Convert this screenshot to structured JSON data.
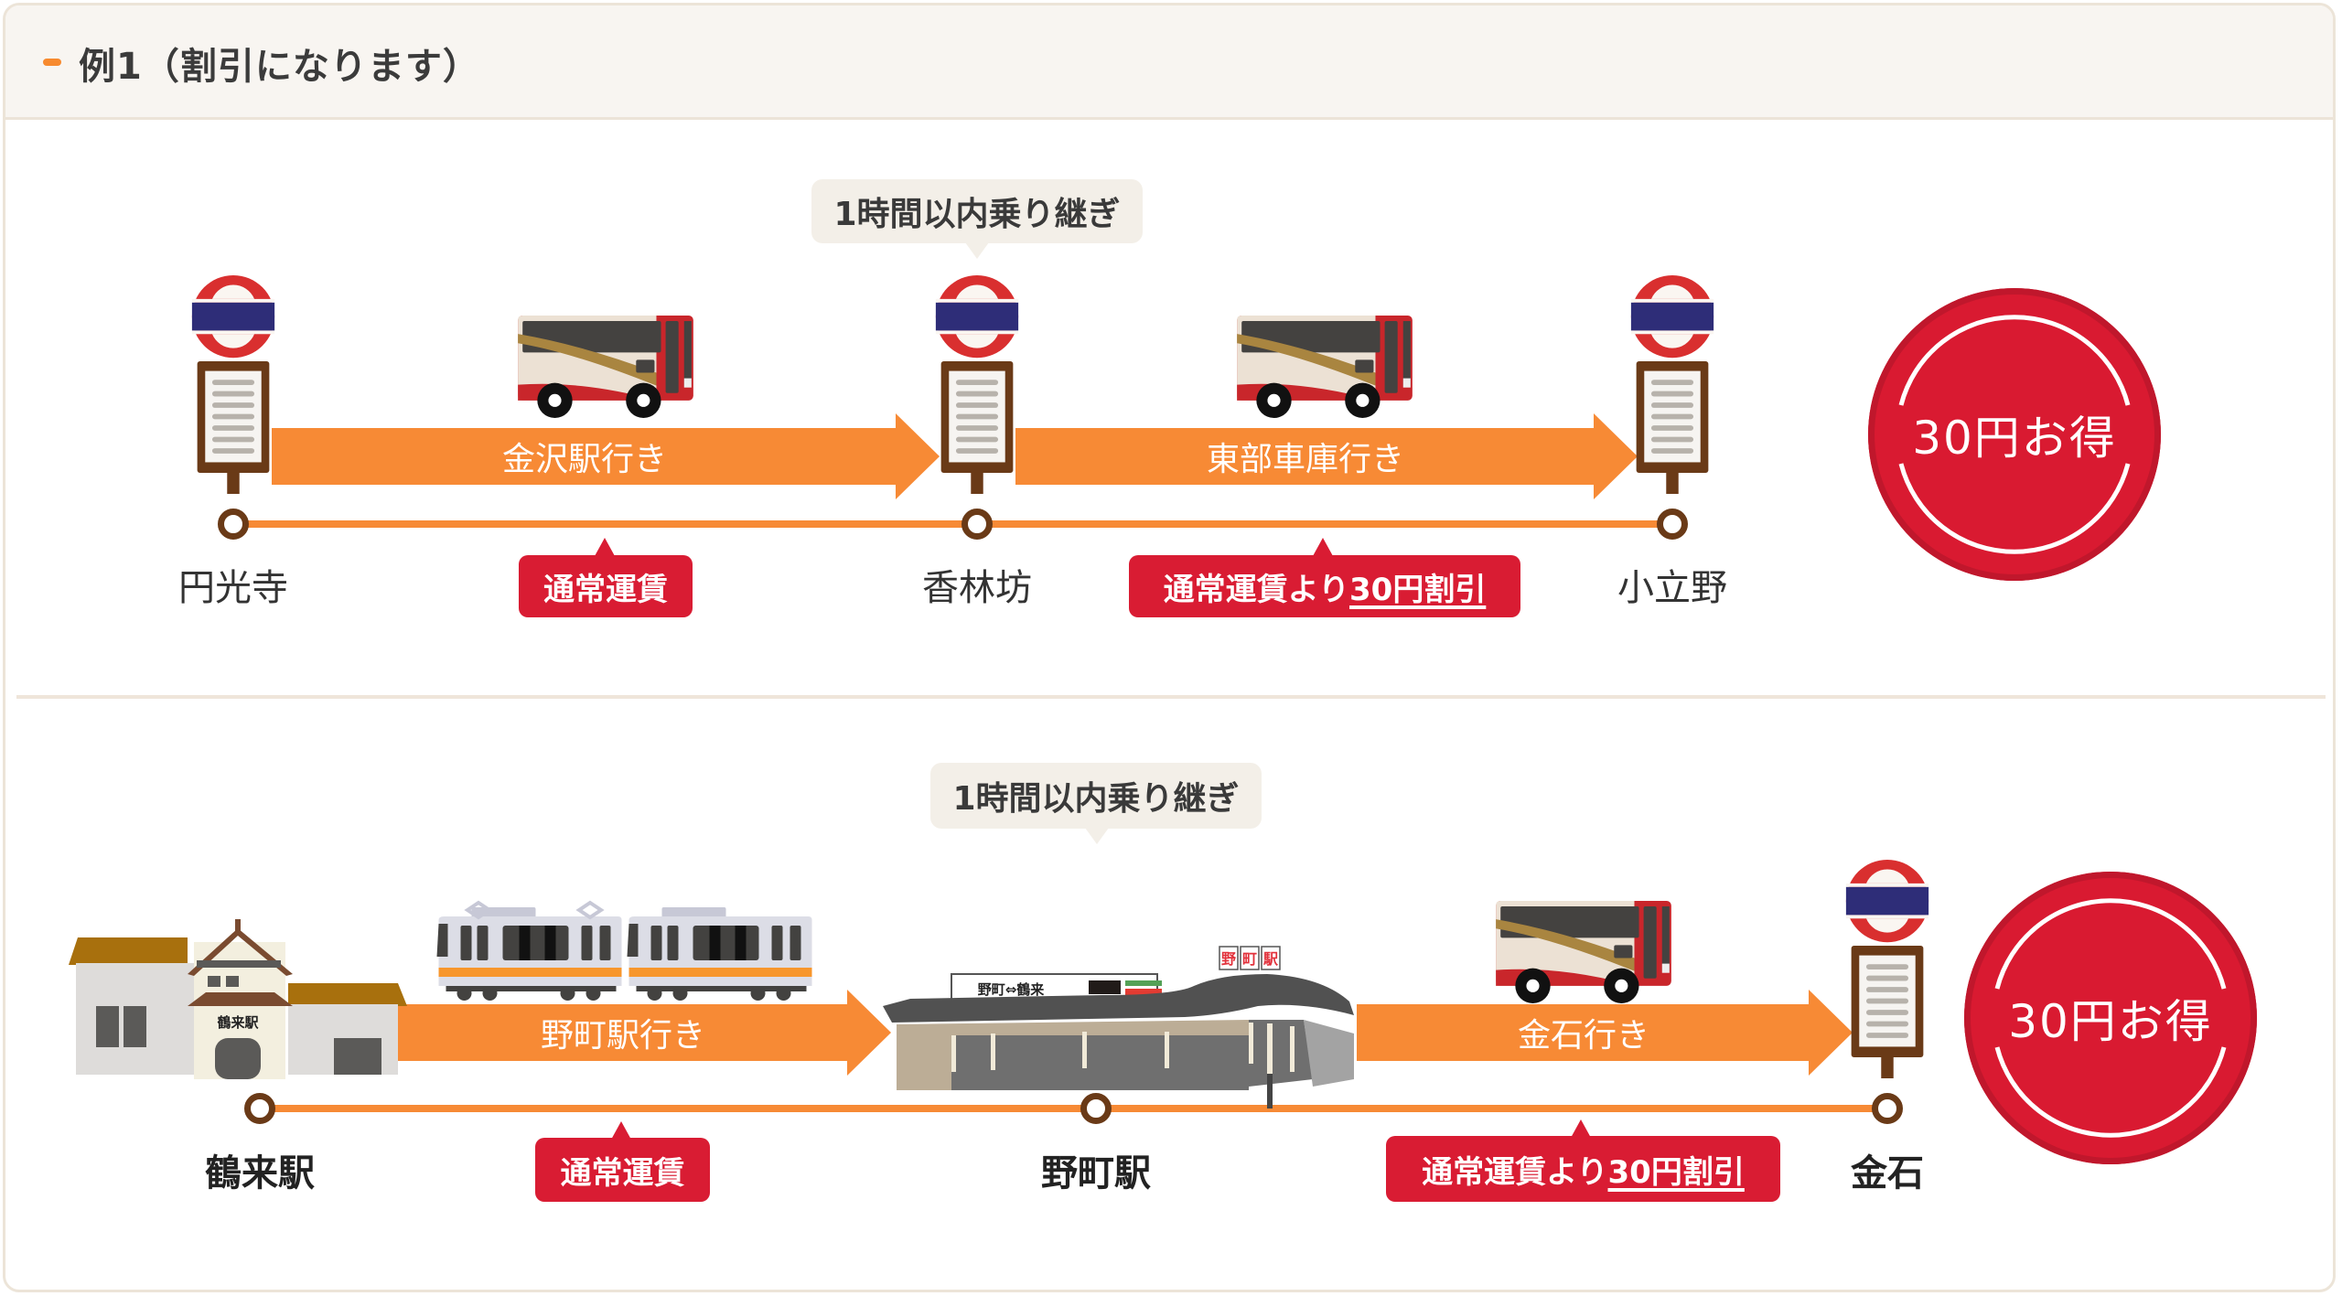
{
  "header": {
    "title": "例1（割引になります）",
    "accent_color": "#f78a2f"
  },
  "colors": {
    "route_orange": "#f78a35",
    "fare_red": "#d91c33",
    "stop_brown": "#6a3a17",
    "bubble_bg": "#f3efe8"
  },
  "example1": {
    "transfer_bubble": "1時間以内乗り継ぎ",
    "stops": [
      {
        "name": "円光寺",
        "icon": "bus-stop-icon"
      },
      {
        "name": "香林坊",
        "icon": "bus-stop-icon"
      },
      {
        "name": "小立野",
        "icon": "bus-stop-icon"
      }
    ],
    "legs": [
      {
        "destination": "金沢駅行き",
        "vehicle": "bus-icon",
        "fare": "通常運賃"
      },
      {
        "destination": "東部車庫行き",
        "vehicle": "bus-icon",
        "fare_prefix": "通常運賃より",
        "fare_discount": "30円割引"
      }
    ],
    "savings_badge": "30円お得"
  },
  "example2": {
    "transfer_bubble": "1時間以内乗り継ぎ",
    "stops": [
      {
        "name": "鶴来駅",
        "icon": "station-building-icon",
        "building_sign": "鶴来駅"
      },
      {
        "name": "野町駅",
        "icon": "station-building-icon",
        "building_sign": "野町⇔鶴来",
        "roof_sign": [
          "野",
          "町",
          "駅"
        ]
      },
      {
        "name": "金石",
        "icon": "bus-stop-icon"
      }
    ],
    "legs": [
      {
        "destination": "野町駅行き",
        "vehicle": "train-icon",
        "fare": "通常運賃"
      },
      {
        "destination": "金石行き",
        "vehicle": "bus-icon",
        "fare_prefix": "通常運賃より",
        "fare_discount": "30円割引"
      }
    ],
    "savings_badge": "30円お得"
  }
}
